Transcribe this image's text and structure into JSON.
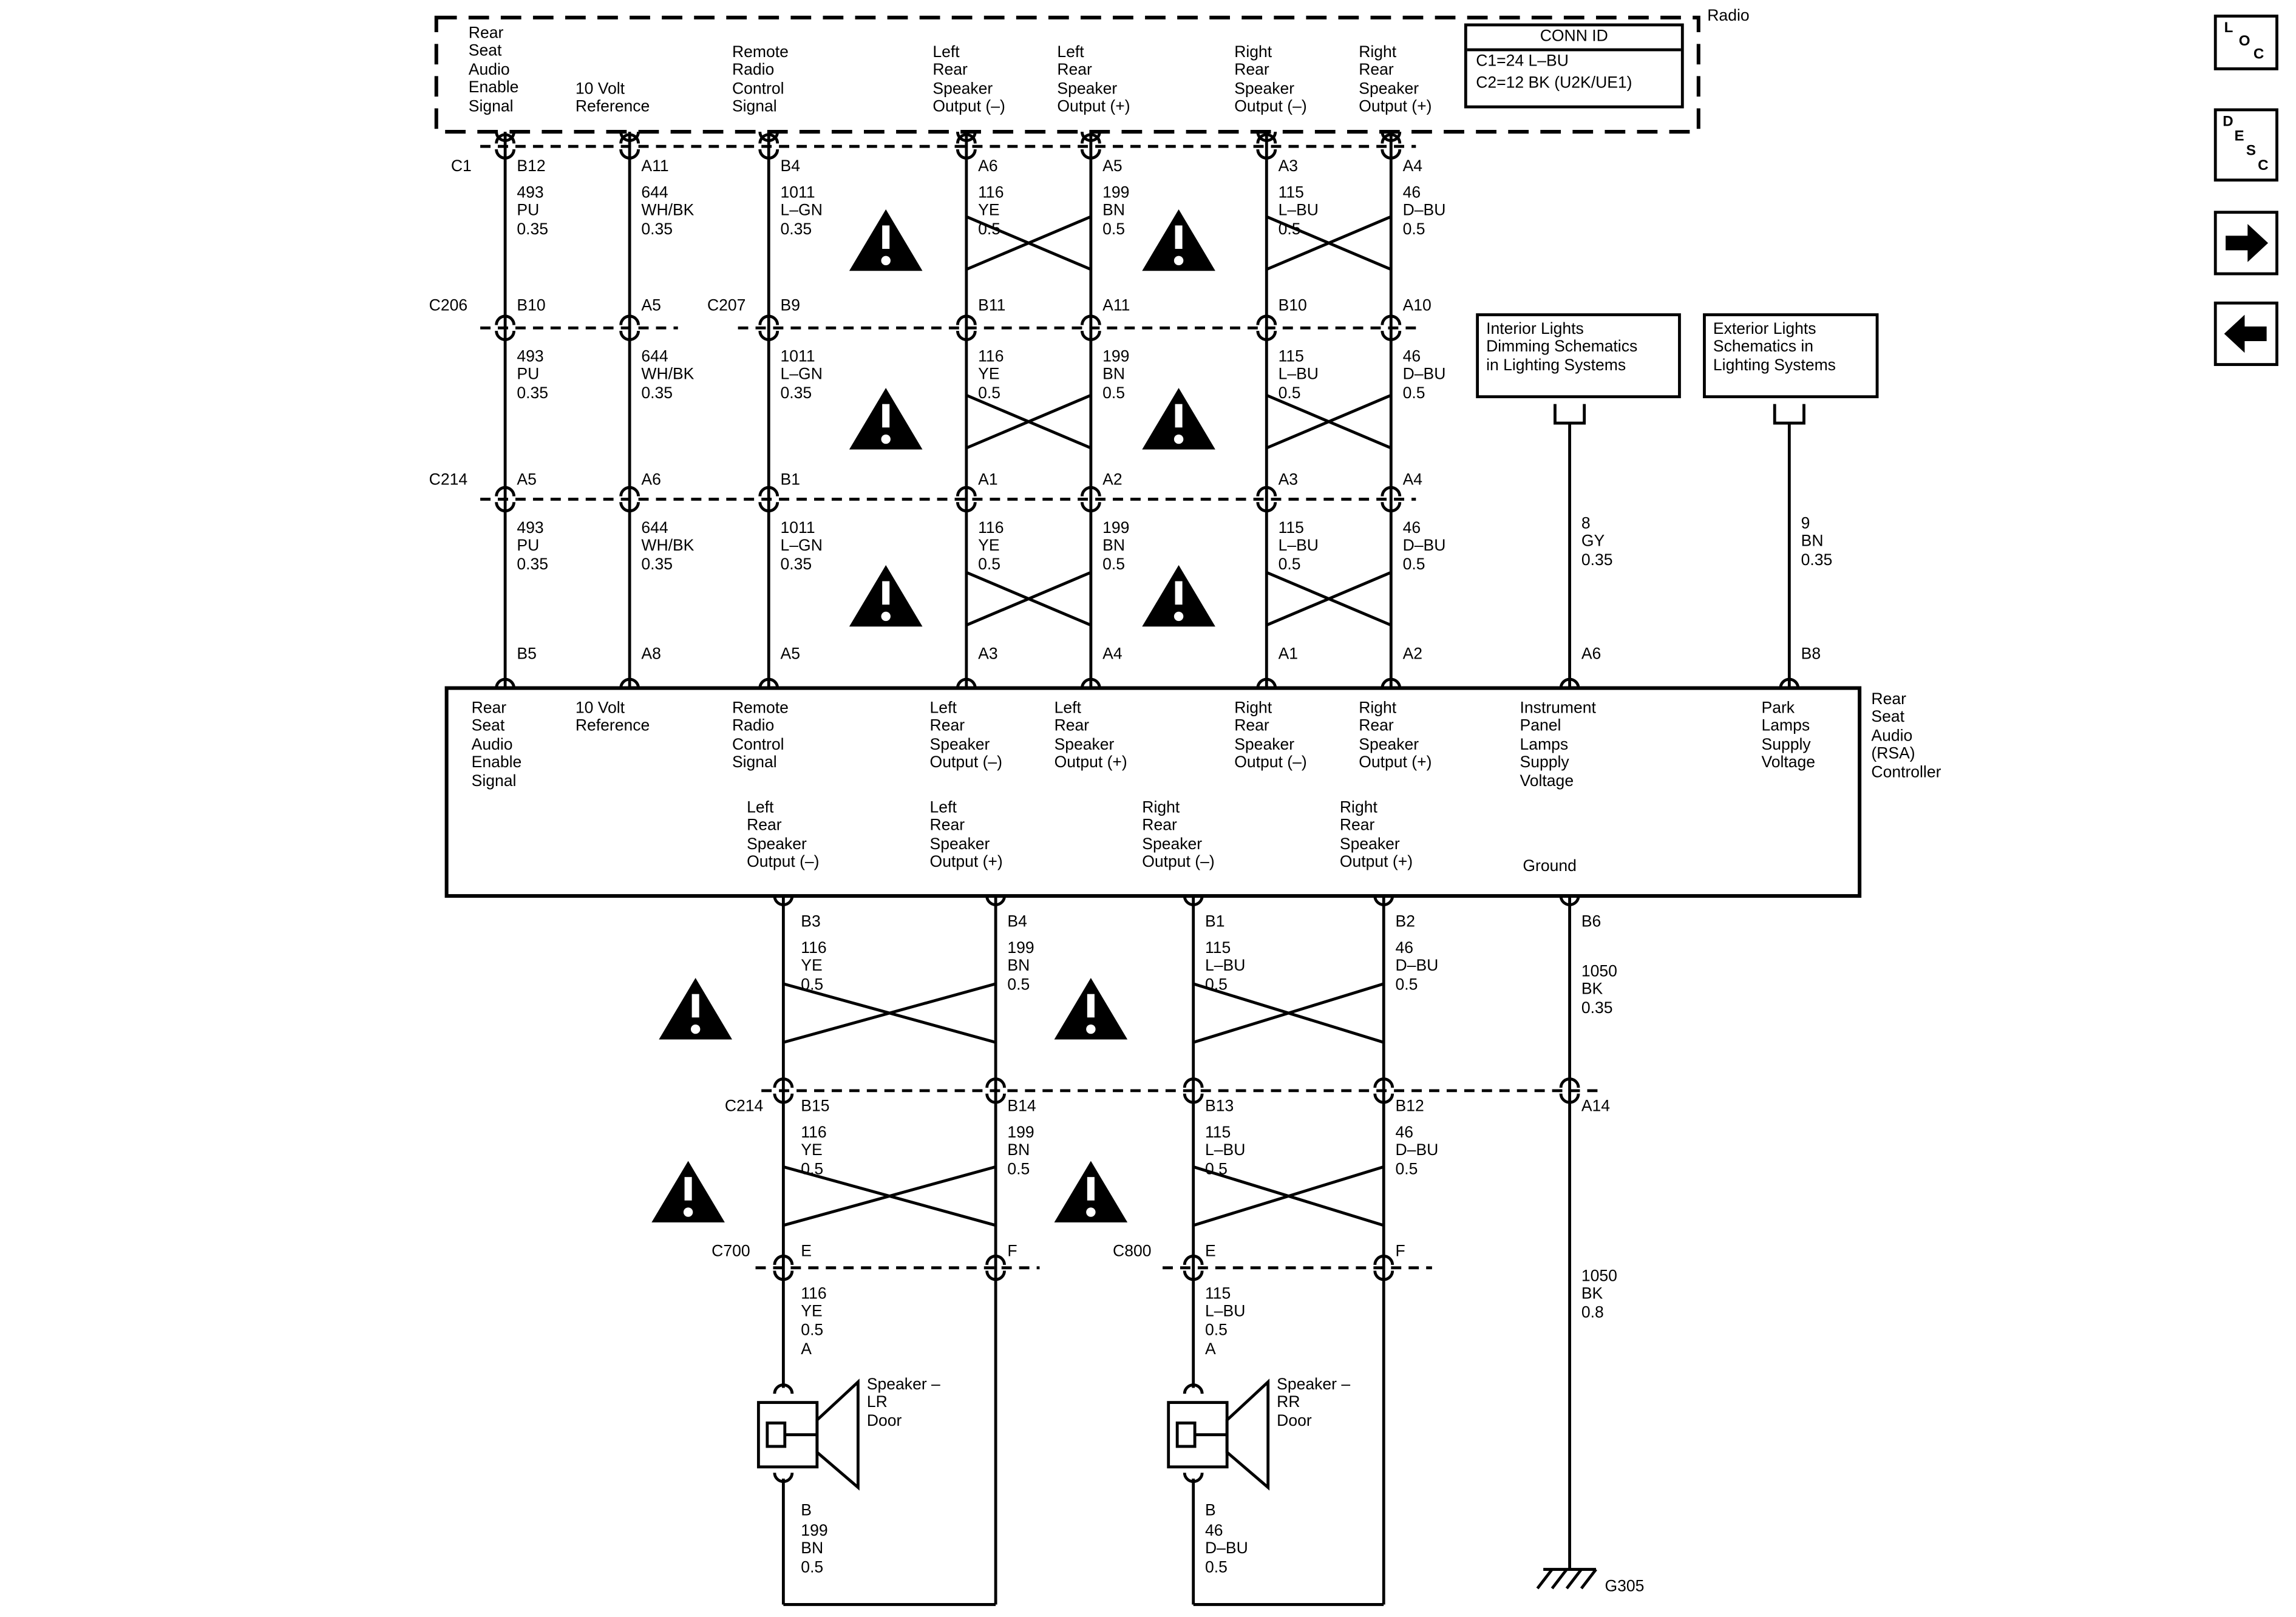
{
  "header": {
    "radio_label": "Radio",
    "conn_id": {
      "title": "CONN ID",
      "line1": "C1=24 L–BU",
      "line2": "C2=12 BK (U2K/UE1)"
    }
  },
  "nav": {
    "loc": [
      "L",
      "O",
      "C"
    ],
    "desc": [
      "D",
      "E",
      "S",
      "C"
    ]
  },
  "radio": {
    "functions": [
      "Rear\nSeat\nAudio\nEnable\nSignal",
      "10 Volt\nReference",
      "Remote\nRadio\nControl\nSignal",
      "Left\nRear\nSpeaker\nOutput (–)",
      "Left\nRear\nSpeaker\nOutput (+)",
      "Right\nRear\nSpeaker\nOutput (–)",
      "Right\nRear\nSpeaker\nOutput (+)"
    ]
  },
  "row1": {
    "name": "C1",
    "pins": [
      "B12",
      "A11",
      "B4",
      "A6",
      "A5",
      "A3",
      "A4"
    ]
  },
  "seg1": [
    "493\nPU\n0.35",
    "644\nWH/BK\n0.35",
    "1011\nL–GN\n0.35",
    "116\nYE\n0.5",
    "199\nBN\n0.5",
    "115\nL–BU\n0.5",
    "46\nD–BU\n0.5"
  ],
  "row2": {
    "name_left": "C206",
    "name_right": "C207",
    "pins": [
      "B10",
      "A5",
      "B9",
      "B11",
      "A11",
      "B10",
      "A10"
    ]
  },
  "seg2": [
    "493\nPU\n0.35",
    "644\nWH/BK\n0.35",
    "1011\nL–GN\n0.35",
    "116\nYE\n0.5",
    "199\nBN\n0.5",
    "115\nL–BU\n0.5",
    "46\nD–BU\n0.5"
  ],
  "row3": {
    "name": "C214",
    "pins": [
      "A5",
      "A6",
      "B1",
      "A1",
      "A2",
      "A3",
      "A4"
    ]
  },
  "seg3": [
    "493\nPU\n0.35",
    "644\nWH/BK\n0.35",
    "1011\nL–GN\n0.35",
    "116\nYE\n0.5",
    "199\nBN\n0.5",
    "115\nL–BU\n0.5",
    "46\nD–BU\n0.5"
  ],
  "info_boxes": {
    "interior": "Interior Lights\nDimming Schematics\nin Lighting Systems",
    "exterior": "Exterior Lights\nSchematics in\nLighting Systems"
  },
  "right_wires": {
    "instrument": "8\nGY\n0.35",
    "park": "9\nBN\n0.35"
  },
  "rsa": {
    "top_pins": [
      "B5",
      "A8",
      "A5",
      "A3",
      "A4",
      "A1",
      "A2",
      "A6",
      "B8"
    ],
    "top_functions": [
      "Rear\nSeat\nAudio\nEnable\nSignal",
      "10 Volt\nReference",
      "Remote\nRadio\nControl\nSignal",
      "Left\nRear\nSpeaker\nOutput (–)",
      "Left\nRear\nSpeaker\nOutput (+)",
      "Right\nRear\nSpeaker\nOutput (–)",
      "Right\nRear\nSpeaker\nOutput (+)",
      "Instrument\nPanel\nLamps\nSupply\nVoltage",
      "Park\nLamps\nSupply\nVoltage"
    ],
    "bottom_functions": [
      "Left\nRear\nSpeaker\nOutput (–)",
      "Left\nRear\nSpeaker\nOutput (+)",
      "Right\nRear\nSpeaker\nOutput (–)",
      "Right\nRear\nSpeaker\nOutput (+)",
      "Ground"
    ],
    "side_label": "Rear\nSeat\nAudio\n(RSA)\nController",
    "bottom_pins": [
      "B3",
      "B4",
      "B1",
      "B2",
      "B6"
    ]
  },
  "lower": {
    "seg1": [
      "116\nYE\n0.5",
      "199\nBN\n0.5",
      "115\nL–BU\n0.5",
      "46\nD–BU\n0.5",
      "1050\nBK\n0.35"
    ],
    "c214": {
      "name": "C214",
      "pins": [
        "B15",
        "B14",
        "B13",
        "B12",
        "A14"
      ]
    },
    "seg2": [
      "116\nYE\n0.5",
      "199\nBN\n0.5",
      "115\nL–BU\n0.5",
      "46\nD–BU\n0.5"
    ],
    "c700": {
      "name": "C700",
      "pin_e": "E",
      "pin_f": "F"
    },
    "c800": {
      "name": "C800",
      "pin_e": "E",
      "pin_f": "F"
    },
    "seg3": [
      "116\nYE\n0.5",
      "115\nL–BU\n0.5"
    ],
    "pin_a": "A",
    "pin_b": "B",
    "speakers": [
      "Speaker –\nLR\nDoor",
      "Speaker –\nRR\nDoor"
    ],
    "return_wires": [
      "199\nBN\n0.5",
      "46\nD–BU\n0.5"
    ],
    "ground_wire": "1050\nBK\n0.8",
    "ground_name": "G305"
  }
}
